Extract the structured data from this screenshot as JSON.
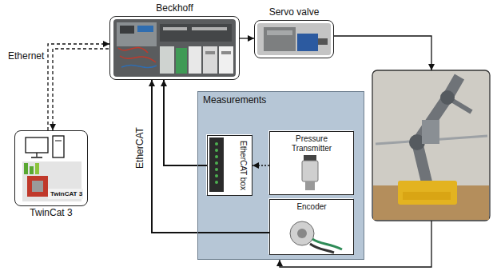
{
  "diagram": {
    "nodes": [
      {
        "text": [
          "Beckhoff"
        ]
      },
      {
        "text": [
          "Servo valve"
        ]
      },
      {
        "text": [
          "TwinCAT 3",
          "TwinCat 3"
        ]
      },
      {
        "text": [
          "Measurements"
        ]
      },
      {
        "text": [
          "EtherCAT box"
        ],
        "in": 3
      },
      {
        "text": [
          "Pressure Transmitter"
        ],
        "in": 3
      },
      {
        "text": [
          "Encoder"
        ],
        "in": 3
      }
    ],
    "edges": [
      {
        "from": 2,
        "to": 0,
        "arrow": "both"
      },
      {
        "from": 0,
        "to": 1,
        "arrow": "to"
      },
      {
        "from": 5,
        "to": 4,
        "arrow": "to"
      },
      {
        "from": 4,
        "to": 0,
        "arrow": "to"
      },
      {
        "from": 6,
        "to": 0,
        "arrow": "to"
      }
    ],
    "labels": [
      "Ethernet",
      "EtherCAT"
    ]
  }
}
